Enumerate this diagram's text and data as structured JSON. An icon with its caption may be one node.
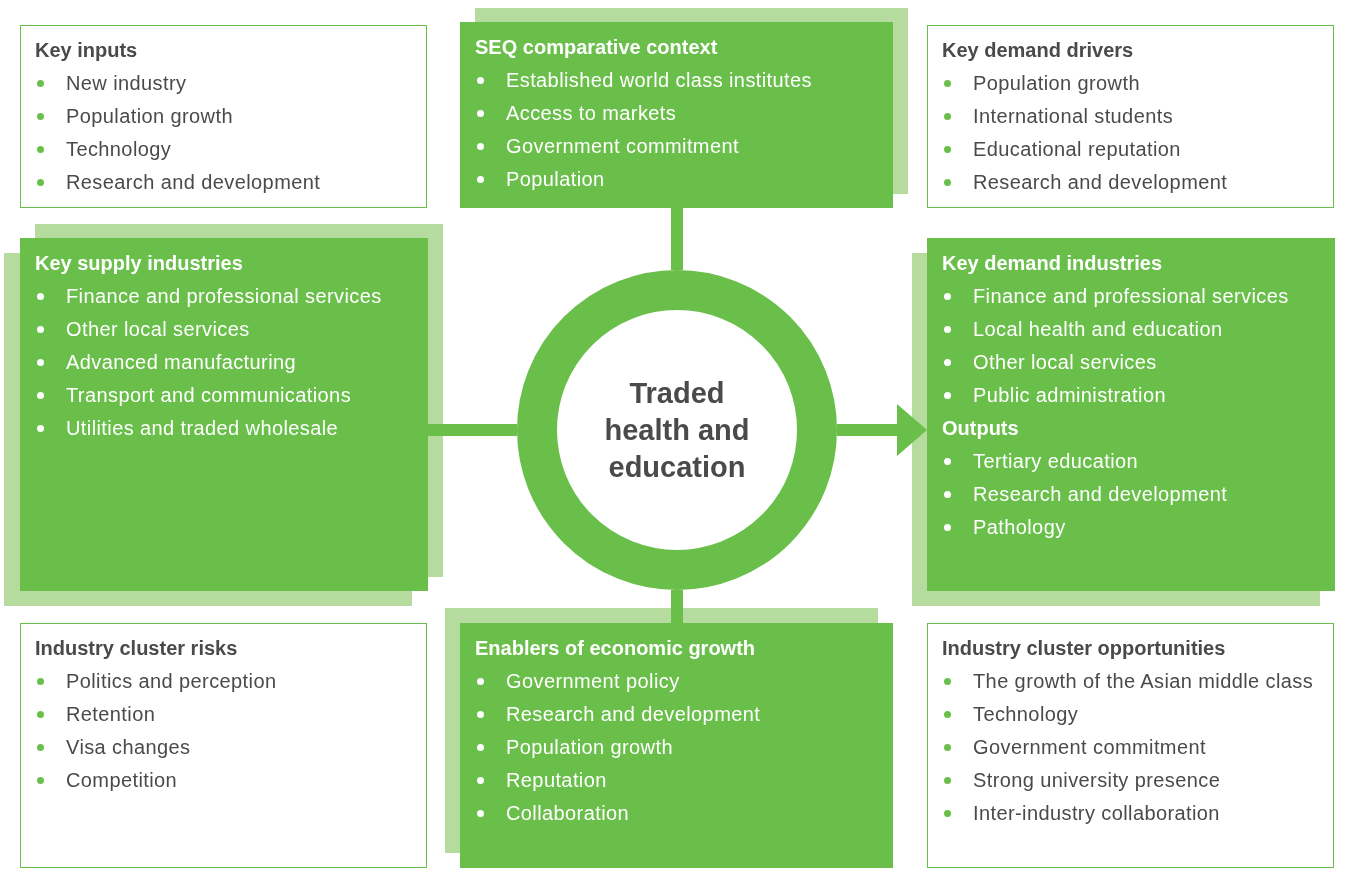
{
  "diagram": {
    "nodes": [
      {
        "text": [
          "Key inputs",
          "New industry",
          "Population growth",
          "Technology",
          "Research and development"
        ]
      },
      {
        "text": [
          "SEQ comparative context",
          "Established world class institutes",
          "Access to markets",
          "Government commitment",
          "Population"
        ]
      },
      {
        "text": [
          "Key demand drivers",
          "Population growth",
          "International students",
          "Educational reputation",
          "Research and development"
        ]
      },
      {
        "text": [
          "Key supply industries",
          "Finance and professional services",
          "Other local services",
          "Advanced manufacturing",
          "Transport and communications",
          "Utilities and traded wholesale"
        ]
      },
      {
        "text": [
          "Traded health and education"
        ]
      },
      {
        "text": [
          "Key demand industries",
          "Finance and professional services",
          "Local health and education",
          "Other local services",
          "Public administration",
          "Outputs",
          "Tertiary education",
          "Research and development",
          "Pathology"
        ]
      },
      {
        "text": [
          "Industry cluster risks",
          "Politics and perception",
          "Retention",
          "Visa changes",
          "Competition"
        ]
      },
      {
        "text": [
          "Enablers of economic growth",
          "Government policy",
          "Research and development",
          "Population growth",
          "Reputation",
          "Collaboration"
        ]
      },
      {
        "text": [
          "Industry cluster opportunities",
          "The growth of the Asian middle class",
          "Technology",
          "Government commitment",
          "Strong university presence",
          "Inter-industry collaboration"
        ]
      }
    ],
    "edges": [
      {
        "from": 1,
        "to": 4,
        "arrow": "none"
      },
      {
        "from": 3,
        "to": 4,
        "arrow": "none"
      },
      {
        "from": 4,
        "to": 5,
        "arrow": "to"
      },
      {
        "from": 4,
        "to": 7,
        "arrow": "none"
      }
    ]
  }
}
